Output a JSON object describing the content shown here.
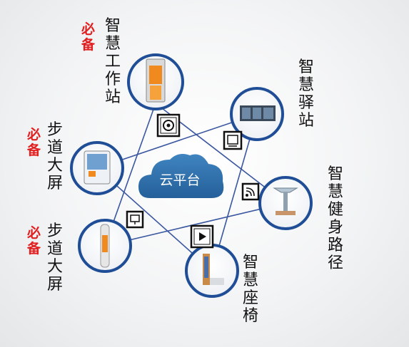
{
  "center": {
    "label": "云平台",
    "color": "#2f6fa8"
  },
  "colors": {
    "ring": "#1f4e96",
    "line": "#3a57a0",
    "red": "#e02020"
  },
  "nodes": [
    {
      "id": "workstation",
      "label": "智慧工作站",
      "required": "必备",
      "icon": "camera-icon"
    },
    {
      "id": "post",
      "label": "智慧驿站",
      "required": "",
      "icon": "screen-icon"
    },
    {
      "id": "fitness",
      "label": "智慧健身路径",
      "required": "",
      "icon": "signal-icon"
    },
    {
      "id": "bench",
      "label": "智慧座椅",
      "required": "",
      "icon": "play-icon"
    },
    {
      "id": "step_screen_2",
      "label": "步道大屏",
      "required": "必备",
      "icon": "display-icon"
    },
    {
      "id": "step_screen_1",
      "label": "步道大屏",
      "required": "必备",
      "icon": ""
    }
  ]
}
